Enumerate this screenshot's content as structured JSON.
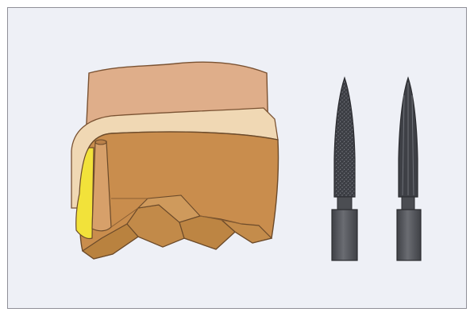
{
  "figure": {
    "panel_background": "#eef0f6",
    "panel_border": "#8f8f98"
  },
  "tooth": {
    "enamel_color": "#dfae8a",
    "dentin_color": "#c98d4d",
    "highlight_color": "#f0d8b4",
    "pulp_color": "#f2e23a",
    "outline_color": "#6b4a2a"
  },
  "burs": {
    "count": 2,
    "variants": [
      "diamond-coated",
      "fluted"
    ],
    "head_color": "#3e4046",
    "shank_color": "#4f5156"
  }
}
